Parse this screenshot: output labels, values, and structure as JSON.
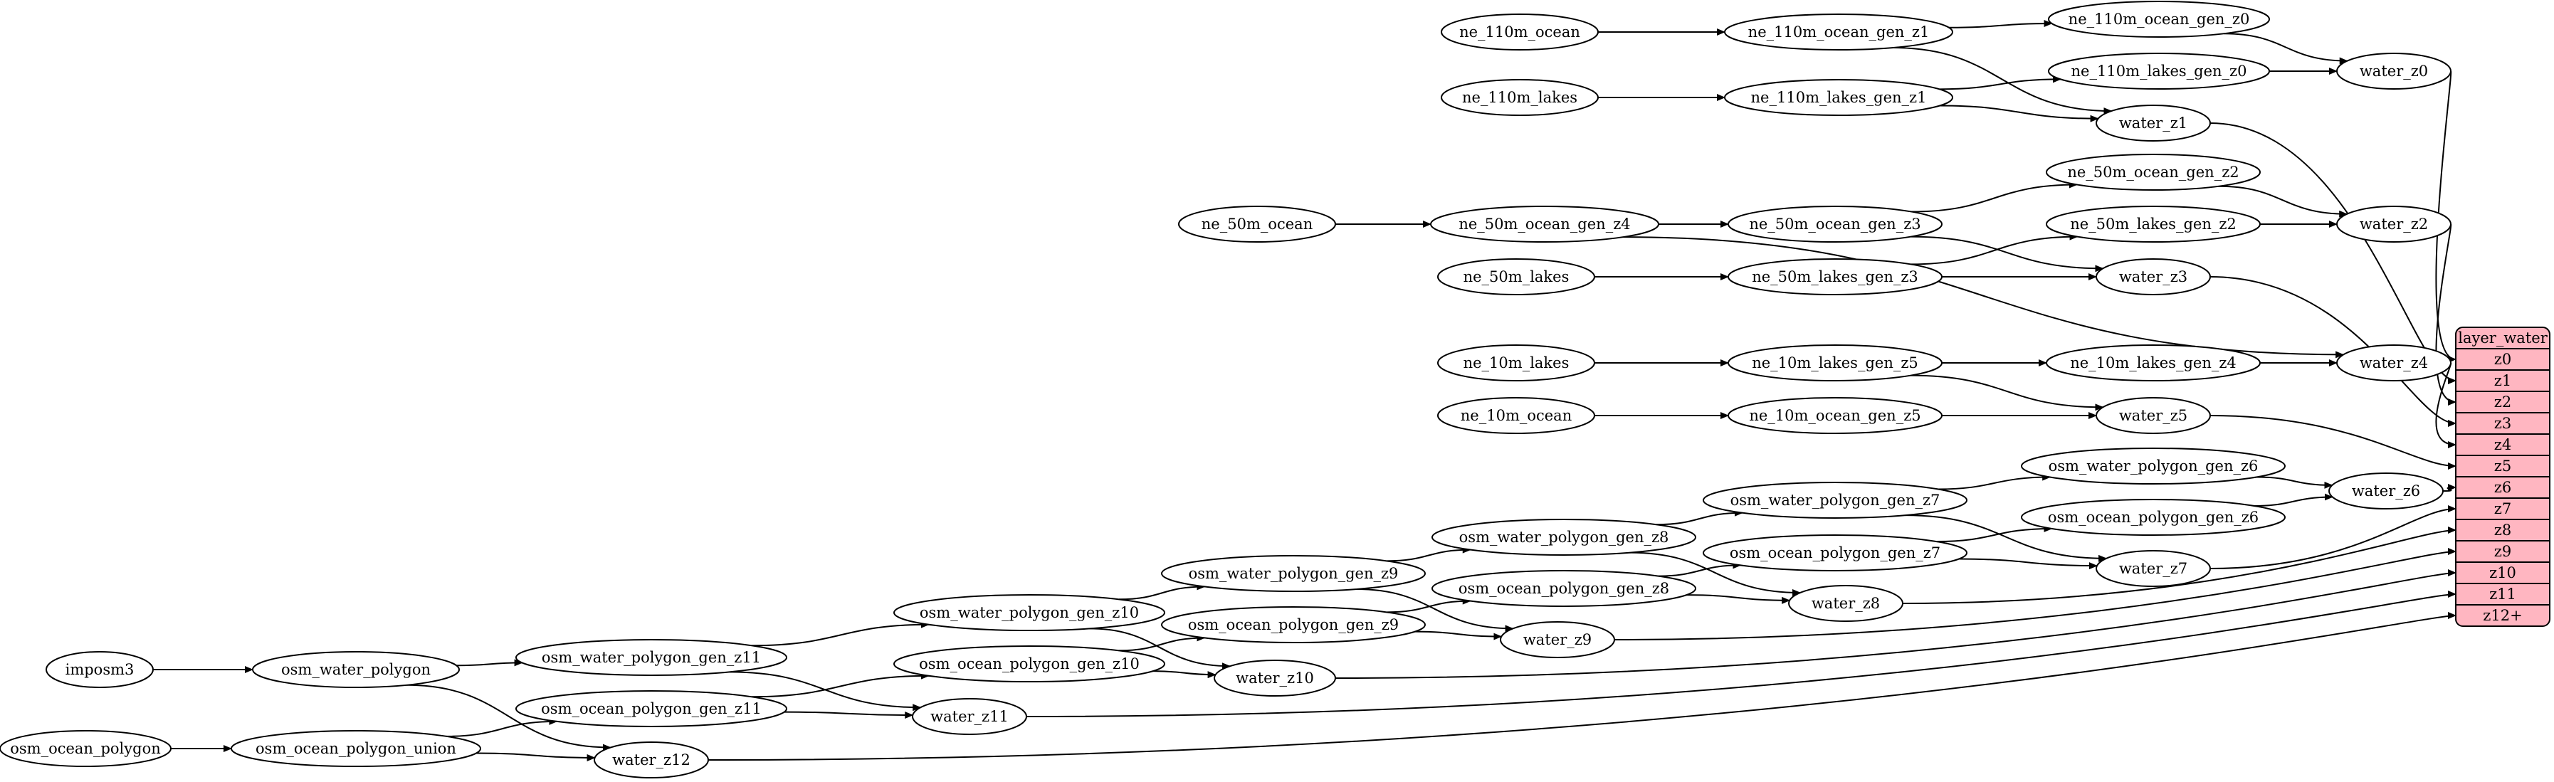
{
  "graph": {
    "nodes": [
      {
        "id": "ne_110m_ocean",
        "label": "ne_110m_ocean"
      },
      {
        "id": "ne_110m_ocean_gen_z1",
        "label": "ne_110m_ocean_gen_z1"
      },
      {
        "id": "ne_110m_ocean_gen_z0",
        "label": "ne_110m_ocean_gen_z0"
      },
      {
        "id": "water_z0",
        "label": "water_z0"
      },
      {
        "id": "ne_110m_lakes",
        "label": "ne_110m_lakes"
      },
      {
        "id": "ne_110m_lakes_gen_z1",
        "label": "ne_110m_lakes_gen_z1"
      },
      {
        "id": "ne_110m_lakes_gen_z0",
        "label": "ne_110m_lakes_gen_z0"
      },
      {
        "id": "water_z1",
        "label": "water_z1"
      },
      {
        "id": "ne_50m_ocean_gen_z2",
        "label": "ne_50m_ocean_gen_z2"
      },
      {
        "id": "ne_50m_ocean",
        "label": "ne_50m_ocean"
      },
      {
        "id": "ne_50m_ocean_gen_z4",
        "label": "ne_50m_ocean_gen_z4"
      },
      {
        "id": "ne_50m_ocean_gen_z3",
        "label": "ne_50m_ocean_gen_z3"
      },
      {
        "id": "ne_50m_lakes_gen_z2",
        "label": "ne_50m_lakes_gen_z2"
      },
      {
        "id": "water_z2",
        "label": "water_z2"
      },
      {
        "id": "ne_50m_lakes",
        "label": "ne_50m_lakes"
      },
      {
        "id": "ne_50m_lakes_gen_z3",
        "label": "ne_50m_lakes_gen_z3"
      },
      {
        "id": "water_z3",
        "label": "water_z3"
      },
      {
        "id": "ne_10m_lakes",
        "label": "ne_10m_lakes"
      },
      {
        "id": "ne_10m_lakes_gen_z5",
        "label": "ne_10m_lakes_gen_z5"
      },
      {
        "id": "ne_10m_lakes_gen_z4",
        "label": "ne_10m_lakes_gen_z4"
      },
      {
        "id": "water_z4",
        "label": "water_z4"
      },
      {
        "id": "ne_10m_ocean",
        "label": "ne_10m_ocean"
      },
      {
        "id": "ne_10m_ocean_gen_z5",
        "label": "ne_10m_ocean_gen_z5"
      },
      {
        "id": "water_z5",
        "label": "water_z5"
      },
      {
        "id": "osm_water_polygon_gen_z7",
        "label": "osm_water_polygon_gen_z7"
      },
      {
        "id": "osm_water_polygon_gen_z6",
        "label": "osm_water_polygon_gen_z6"
      },
      {
        "id": "water_z6",
        "label": "water_z6"
      },
      {
        "id": "osm_water_polygon_gen_z8",
        "label": "osm_water_polygon_gen_z8"
      },
      {
        "id": "osm_ocean_polygon_gen_z6",
        "label": "osm_ocean_polygon_gen_z6"
      },
      {
        "id": "osm_ocean_polygon_gen_z7",
        "label": "osm_ocean_polygon_gen_z7"
      },
      {
        "id": "water_z7",
        "label": "water_z7"
      },
      {
        "id": "osm_water_polygon_gen_z9",
        "label": "osm_water_polygon_gen_z9"
      },
      {
        "id": "osm_ocean_polygon_gen_z8",
        "label": "osm_ocean_polygon_gen_z8"
      },
      {
        "id": "water_z8",
        "label": "water_z8"
      },
      {
        "id": "osm_water_polygon_gen_z10",
        "label": "osm_water_polygon_gen_z10"
      },
      {
        "id": "osm_ocean_polygon_gen_z9",
        "label": "osm_ocean_polygon_gen_z9"
      },
      {
        "id": "water_z9",
        "label": "water_z9"
      },
      {
        "id": "imposm3",
        "label": "imposm3"
      },
      {
        "id": "osm_water_polygon",
        "label": "osm_water_polygon"
      },
      {
        "id": "osm_water_polygon_gen_z11",
        "label": "osm_water_polygon_gen_z11"
      },
      {
        "id": "osm_ocean_polygon_gen_z10",
        "label": "osm_ocean_polygon_gen_z10"
      },
      {
        "id": "water_z10",
        "label": "water_z10"
      },
      {
        "id": "osm_ocean_polygon_gen_z11",
        "label": "osm_ocean_polygon_gen_z11"
      },
      {
        "id": "water_z11",
        "label": "water_z11"
      },
      {
        "id": "osm_ocean_polygon",
        "label": "osm_ocean_polygon"
      },
      {
        "id": "osm_ocean_polygon_union",
        "label": "osm_ocean_polygon_union"
      },
      {
        "id": "water_z12",
        "label": "water_z12"
      }
    ],
    "edges": [
      {
        "from": "ne_110m_ocean",
        "to": "ne_110m_ocean_gen_z1"
      },
      {
        "from": "ne_110m_ocean_gen_z1",
        "to": "ne_110m_ocean_gen_z0"
      },
      {
        "from": "ne_110m_ocean_gen_z1",
        "to": "water_z1"
      },
      {
        "from": "ne_110m_ocean_gen_z0",
        "to": "water_z0"
      },
      {
        "from": "ne_110m_lakes",
        "to": "ne_110m_lakes_gen_z1"
      },
      {
        "from": "ne_110m_lakes_gen_z1",
        "to": "ne_110m_lakes_gen_z0"
      },
      {
        "from": "ne_110m_lakes_gen_z1",
        "to": "water_z1"
      },
      {
        "from": "ne_110m_lakes_gen_z0",
        "to": "water_z0"
      },
      {
        "from": "ne_50m_ocean",
        "to": "ne_50m_ocean_gen_z4"
      },
      {
        "from": "ne_50m_ocean_gen_z4",
        "to": "ne_50m_ocean_gen_z3"
      },
      {
        "from": "ne_50m_ocean_gen_z4",
        "to": "water_z4"
      },
      {
        "from": "ne_50m_ocean_gen_z3",
        "to": "ne_50m_ocean_gen_z2"
      },
      {
        "from": "ne_50m_ocean_gen_z3",
        "to": "water_z3"
      },
      {
        "from": "ne_50m_ocean_gen_z2",
        "to": "water_z2"
      },
      {
        "from": "ne_50m_lakes",
        "to": "ne_50m_lakes_gen_z3"
      },
      {
        "from": "ne_50m_lakes_gen_z3",
        "to": "ne_50m_lakes_gen_z2"
      },
      {
        "from": "ne_50m_lakes_gen_z3",
        "to": "water_z3"
      },
      {
        "from": "ne_50m_lakes_gen_z2",
        "to": "water_z2"
      },
      {
        "from": "ne_10m_lakes",
        "to": "ne_10m_lakes_gen_z5"
      },
      {
        "from": "ne_10m_lakes_gen_z5",
        "to": "ne_10m_lakes_gen_z4"
      },
      {
        "from": "ne_10m_lakes_gen_z5",
        "to": "water_z5"
      },
      {
        "from": "ne_10m_lakes_gen_z4",
        "to": "water_z4"
      },
      {
        "from": "ne_10m_ocean",
        "to": "ne_10m_ocean_gen_z5"
      },
      {
        "from": "ne_10m_ocean_gen_z5",
        "to": "water_z5"
      },
      {
        "from": "osm_water_polygon_gen_z8",
        "to": "osm_water_polygon_gen_z7"
      },
      {
        "from": "osm_water_polygon_gen_z7",
        "to": "osm_water_polygon_gen_z6"
      },
      {
        "from": "osm_water_polygon_gen_z7",
        "to": "water_z7"
      },
      {
        "from": "osm_water_polygon_gen_z6",
        "to": "water_z6"
      },
      {
        "from": "osm_ocean_polygon_gen_z7",
        "to": "osm_ocean_polygon_gen_z6"
      },
      {
        "from": "osm_ocean_polygon_gen_z7",
        "to": "water_z7"
      },
      {
        "from": "osm_ocean_polygon_gen_z6",
        "to": "water_z6"
      },
      {
        "from": "osm_water_polygon_gen_z9",
        "to": "osm_water_polygon_gen_z8"
      },
      {
        "from": "osm_water_polygon_gen_z8",
        "to": "water_z8"
      },
      {
        "from": "osm_ocean_polygon_gen_z8",
        "to": "osm_ocean_polygon_gen_z7"
      },
      {
        "from": "osm_ocean_polygon_gen_z8",
        "to": "water_z8"
      },
      {
        "from": "osm_water_polygon_gen_z10",
        "to": "osm_water_polygon_gen_z9"
      },
      {
        "from": "osm_water_polygon_gen_z9",
        "to": "water_z9"
      },
      {
        "from": "osm_ocean_polygon_gen_z9",
        "to": "osm_ocean_polygon_gen_z8"
      },
      {
        "from": "osm_ocean_polygon_gen_z9",
        "to": "water_z9"
      },
      {
        "from": "osm_water_polygon_gen_z11",
        "to": "osm_water_polygon_gen_z10"
      },
      {
        "from": "osm_water_polygon_gen_z10",
        "to": "water_z10"
      },
      {
        "from": "osm_ocean_polygon_gen_z10",
        "to": "osm_ocean_polygon_gen_z9"
      },
      {
        "from": "osm_ocean_polygon_gen_z10",
        "to": "water_z10"
      },
      {
        "from": "imposm3",
        "to": "osm_water_polygon"
      },
      {
        "from": "osm_water_polygon",
        "to": "osm_water_polygon_gen_z11"
      },
      {
        "from": "osm_water_polygon",
        "to": "water_z12"
      },
      {
        "from": "osm_water_polygon_gen_z11",
        "to": "water_z11"
      },
      {
        "from": "osm_ocean_polygon_gen_z11",
        "to": "osm_ocean_polygon_gen_z10"
      },
      {
        "from": "osm_ocean_polygon_gen_z11",
        "to": "water_z11"
      },
      {
        "from": "osm_ocean_polygon",
        "to": "osm_ocean_polygon_union"
      },
      {
        "from": "osm_ocean_polygon_union",
        "to": "osm_ocean_polygon_gen_z11"
      },
      {
        "from": "osm_ocean_polygon_union",
        "to": "water_z12"
      },
      {
        "from": "water_z0",
        "to": "layer_water.z0"
      },
      {
        "from": "water_z1",
        "to": "layer_water.z1"
      },
      {
        "from": "water_z2",
        "to": "layer_water.z2"
      },
      {
        "from": "water_z3",
        "to": "layer_water.z3"
      },
      {
        "from": "water_z4",
        "to": "layer_water.z4"
      },
      {
        "from": "water_z5",
        "to": "layer_water.z5"
      },
      {
        "from": "water_z6",
        "to": "layer_water.z6"
      },
      {
        "from": "water_z7",
        "to": "layer_water.z7"
      },
      {
        "from": "water_z8",
        "to": "layer_water.z8"
      },
      {
        "from": "water_z9",
        "to": "layer_water.z9"
      },
      {
        "from": "water_z10",
        "to": "layer_water.z10"
      },
      {
        "from": "water_z11",
        "to": "layer_water.z11"
      },
      {
        "from": "water_z12",
        "to": "layer_water.z12+"
      }
    ],
    "record": {
      "id": "layer_water",
      "title": "layer_water",
      "fields": [
        "z0",
        "z1",
        "z2",
        "z3",
        "z4",
        "z5",
        "z6",
        "z7",
        "z8",
        "z9",
        "z10",
        "z11",
        "z12+"
      ],
      "fill": "#ffb6c1"
    }
  }
}
